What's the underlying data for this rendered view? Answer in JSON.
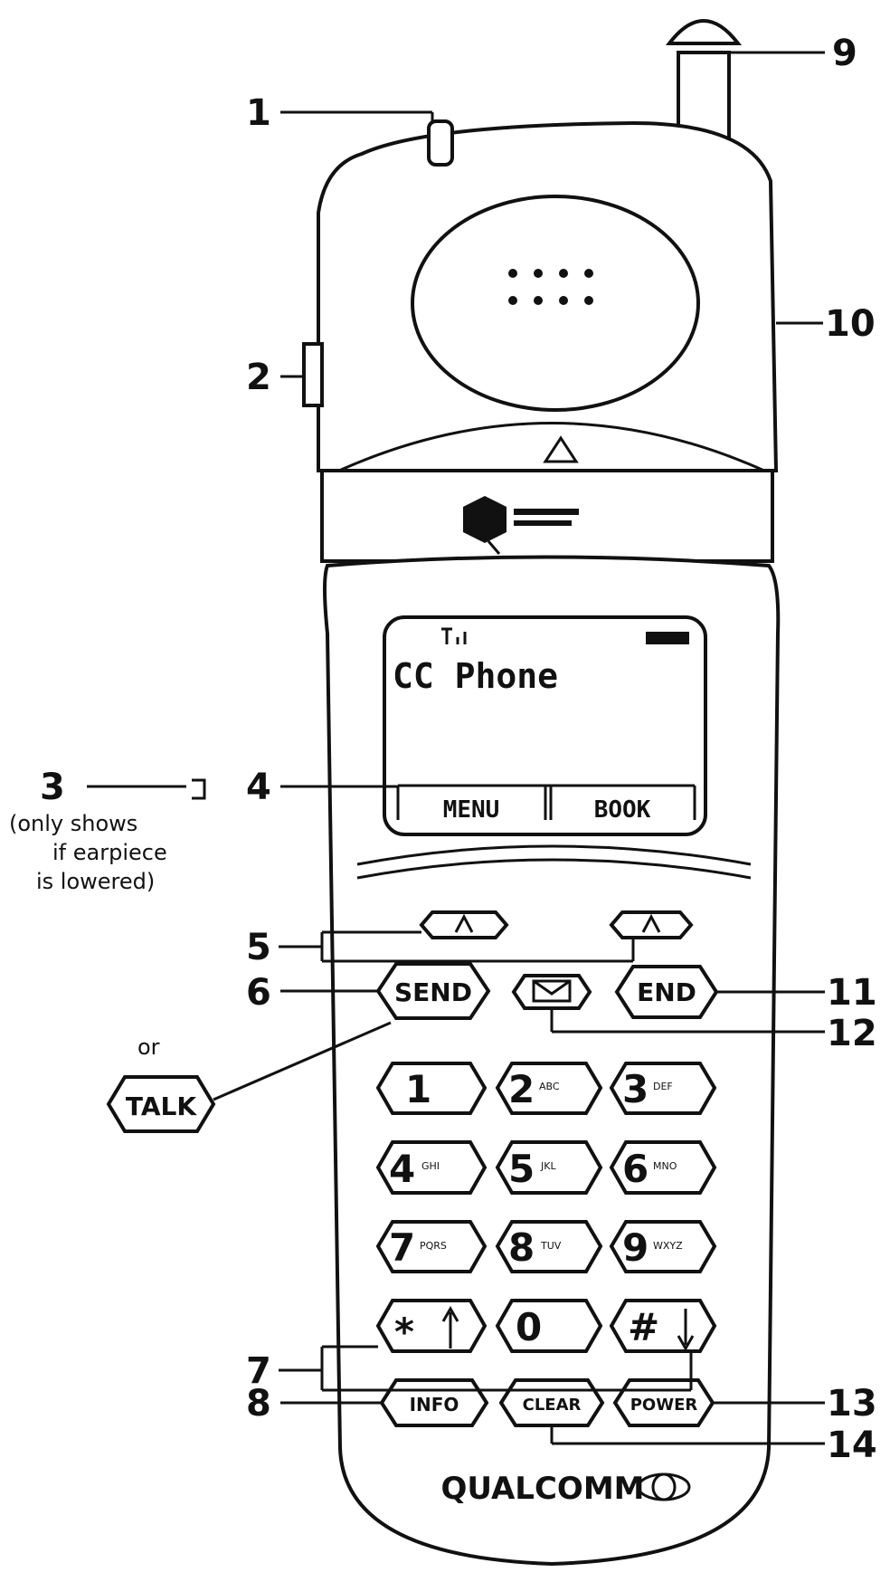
{
  "callouts": {
    "c1": "1",
    "c2": "2",
    "c3": "3",
    "c4": "4",
    "c5": "5",
    "c6": "6",
    "c7": "7",
    "c8": "8",
    "c9": "9",
    "c10": "10",
    "c11": "11",
    "c12": "12",
    "c13": "13",
    "c14": "14"
  },
  "note3": {
    "line1": "(only shows",
    "line2": "if earpiece",
    "line3": "is lowered)"
  },
  "or_label": "or",
  "talk_label": "TALK",
  "display": {
    "title": "CC Phone",
    "softkey_left": "MENU",
    "softkey_right": "BOOK"
  },
  "keys": {
    "send": "SEND",
    "end": "END",
    "k1": {
      "num": "1",
      "letters": ""
    },
    "k2": {
      "num": "2",
      "letters": "ABC"
    },
    "k3": {
      "num": "3",
      "letters": "DEF"
    },
    "k4": {
      "num": "4",
      "letters": "GHI"
    },
    "k5": {
      "num": "5",
      "letters": "JKL"
    },
    "k6": {
      "num": "6",
      "letters": "MNO"
    },
    "k7": {
      "num": "7",
      "letters": "PQRS"
    },
    "k8": {
      "num": "8",
      "letters": "TUV"
    },
    "k9": {
      "num": "9",
      "letters": "WXYZ"
    },
    "star": "*",
    "k0": "0",
    "hash": "#",
    "info": "INFO",
    "clear": "CLEAR",
    "power": "POWER"
  },
  "brand": "QUALCOMM",
  "icons": [
    "speaker-grille-icon",
    "triangle-up-icon",
    "signal-icon",
    "battery-icon",
    "envelope-icon",
    "arrow-up-icon",
    "arrow-down-icon",
    "carrier-logo-icon",
    "qualcomm-logo-icon"
  ],
  "colors": {
    "ink": "#111111",
    "paper": "#ffffff"
  }
}
